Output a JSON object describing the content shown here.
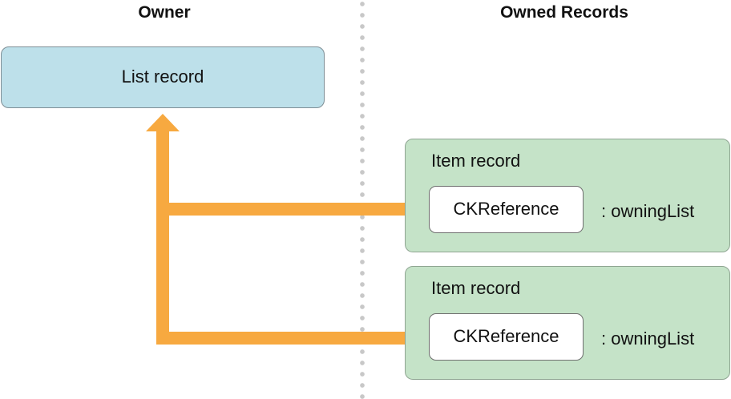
{
  "headers": {
    "owner": "Owner",
    "owned": "Owned Records"
  },
  "owner_record": {
    "label": "List record"
  },
  "owned_records": [
    {
      "label": "Item record",
      "reference_label": "CKReference",
      "field_label": ": owningList"
    },
    {
      "label": "Item record",
      "reference_label": "CKReference",
      "field_label": ": owningList"
    }
  ],
  "colors": {
    "list_fill": "#bde0ea",
    "item_fill": "#c5e3c8",
    "arrow": "#f7a940",
    "divider": "#c8c8c8"
  }
}
